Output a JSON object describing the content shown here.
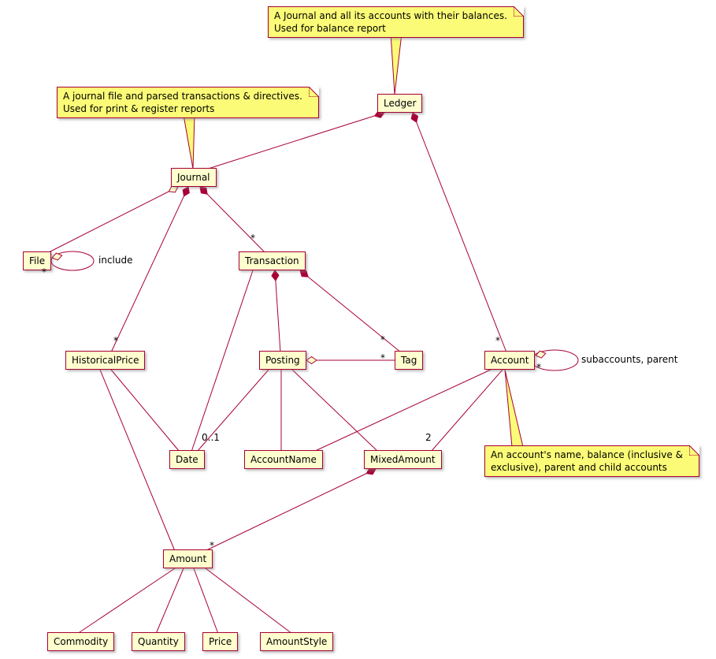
{
  "diagram": {
    "type": "uml-class-diagram",
    "entities": {
      "ledger": "Ledger",
      "journal": "Journal",
      "file": "File",
      "transaction": "Transaction",
      "historical_price": "HistoricalPrice",
      "posting": "Posting",
      "tag": "Tag",
      "account": "Account",
      "date": "Date",
      "account_name": "AccountName",
      "mixed_amount": "MixedAmount",
      "amount": "Amount",
      "commodity": "Commodity",
      "quantity": "Quantity",
      "price": "Price",
      "amount_style": "AmountStyle"
    },
    "notes": {
      "ledger_note": {
        "line1": "A Journal and all its accounts with their balances.",
        "line2": "Used for balance report"
      },
      "journal_note": {
        "line1": "A journal file and parsed transactions & directives.",
        "line2": "Used for print & register reports"
      },
      "account_note": {
        "line1": "An account's name, balance (inclusive &",
        "line2": "exclusive), parent and child accounts"
      }
    },
    "labels": {
      "many": "*",
      "zero_or_one": "0..1",
      "two": "2",
      "include": "include",
      "subaccounts_parent": "subaccounts, parent"
    },
    "relationships": [
      {
        "from": "Ledger",
        "to": "Journal",
        "kind": "composition"
      },
      {
        "from": "Ledger",
        "to": "Account",
        "kind": "composition",
        "to_multiplicity": "*"
      },
      {
        "from": "Journal",
        "to": "File",
        "kind": "aggregation"
      },
      {
        "from": "File",
        "to": "File",
        "kind": "aggregation",
        "label": "include",
        "to_multiplicity": "*"
      },
      {
        "from": "Journal",
        "to": "Transaction",
        "kind": "composition",
        "to_multiplicity": "*"
      },
      {
        "from": "Journal",
        "to": "HistoricalPrice",
        "kind": "composition",
        "to_multiplicity": "*"
      },
      {
        "from": "Transaction",
        "to": "Posting",
        "kind": "composition"
      },
      {
        "from": "Transaction",
        "to": "Tag",
        "kind": "composition",
        "to_multiplicity": "*"
      },
      {
        "from": "Transaction",
        "to": "Date",
        "kind": "association"
      },
      {
        "from": "Posting",
        "to": "Tag",
        "kind": "aggregation",
        "to_multiplicity": "*"
      },
      {
        "from": "Posting",
        "to": "Date",
        "kind": "association",
        "to_multiplicity": "0..1"
      },
      {
        "from": "Posting",
        "to": "AccountName",
        "kind": "association"
      },
      {
        "from": "Posting",
        "to": "MixedAmount",
        "kind": "association"
      },
      {
        "from": "HistoricalPrice",
        "to": "Date",
        "kind": "association"
      },
      {
        "from": "HistoricalPrice",
        "to": "Amount",
        "kind": "association"
      },
      {
        "from": "Account",
        "to": "Account",
        "kind": "aggregation",
        "label": "subaccounts, parent",
        "to_multiplicity": "*"
      },
      {
        "from": "Account",
        "to": "AccountName",
        "kind": "association"
      },
      {
        "from": "Account",
        "to": "MixedAmount",
        "kind": "association",
        "to_multiplicity": "2"
      },
      {
        "from": "MixedAmount",
        "to": "Amount",
        "kind": "composition",
        "to_multiplicity": "*"
      },
      {
        "from": "Amount",
        "to": "Commodity",
        "kind": "association"
      },
      {
        "from": "Amount",
        "to": "Quantity",
        "kind": "association"
      },
      {
        "from": "Amount",
        "to": "Price",
        "kind": "association"
      },
      {
        "from": "Amount",
        "to": "AmountStyle",
        "kind": "association"
      }
    ],
    "colors": {
      "entity_bg": "#FEFECE",
      "note_bg": "#FBFB77",
      "border": "#A80036"
    }
  }
}
